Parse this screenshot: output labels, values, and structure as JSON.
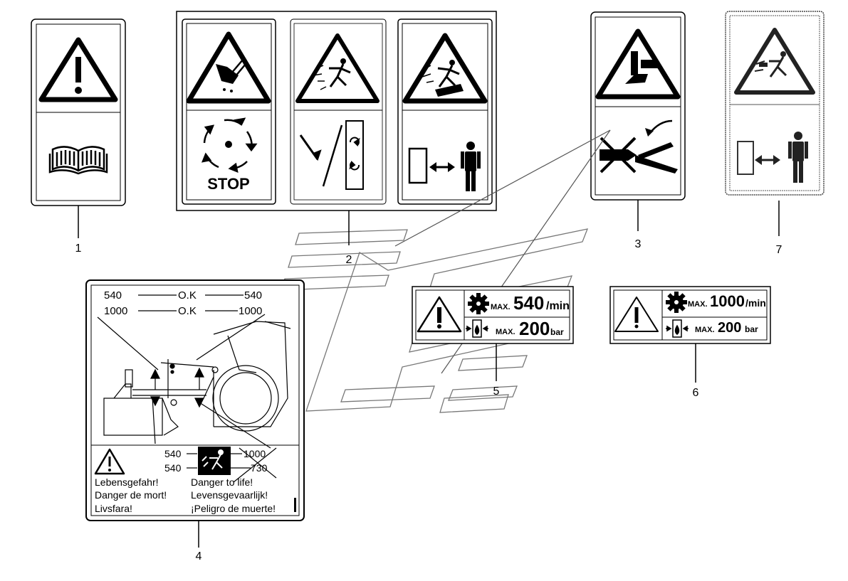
{
  "callouts": {
    "c1": "1",
    "c2": "2",
    "c3": "3",
    "c4": "4",
    "c5": "5",
    "c6": "6",
    "c7": "7"
  },
  "label2": {
    "stop": "STOP"
  },
  "label4": {
    "pto_540": "540",
    "pto_1000": "1000",
    "ok": "O.K",
    "bottom_540a": "540",
    "bottom_540b": "540",
    "bottom_1000": "1000",
    "bottom_730": "730",
    "warnings_left": [
      "Lebensgefahr!",
      "Danger de mort!",
      "Livsfara!"
    ],
    "warnings_right": [
      "Danger to life!",
      "Levensgevaarlijk!",
      "¡Peligro de muerte!"
    ]
  },
  "label5": {
    "max": "MAX.",
    "speed": "540",
    "speed_unit": "/min",
    "pressure": "200",
    "pressure_unit": "bar"
  },
  "label6": {
    "max": "MAX.",
    "speed": "1000",
    "speed_unit": "/min",
    "pressure": "200",
    "pressure_unit": "bar"
  },
  "icons": [
    "warning-triangle-icon",
    "manual-book-icon",
    "hand-cut-icon",
    "rotation-stop-icon",
    "ejected-object-icon",
    "tilt-arrow-icon",
    "person-distance-icon",
    "crush-hand-icon",
    "no-hand-icon",
    "gear-icon",
    "hydraulic-icon"
  ]
}
